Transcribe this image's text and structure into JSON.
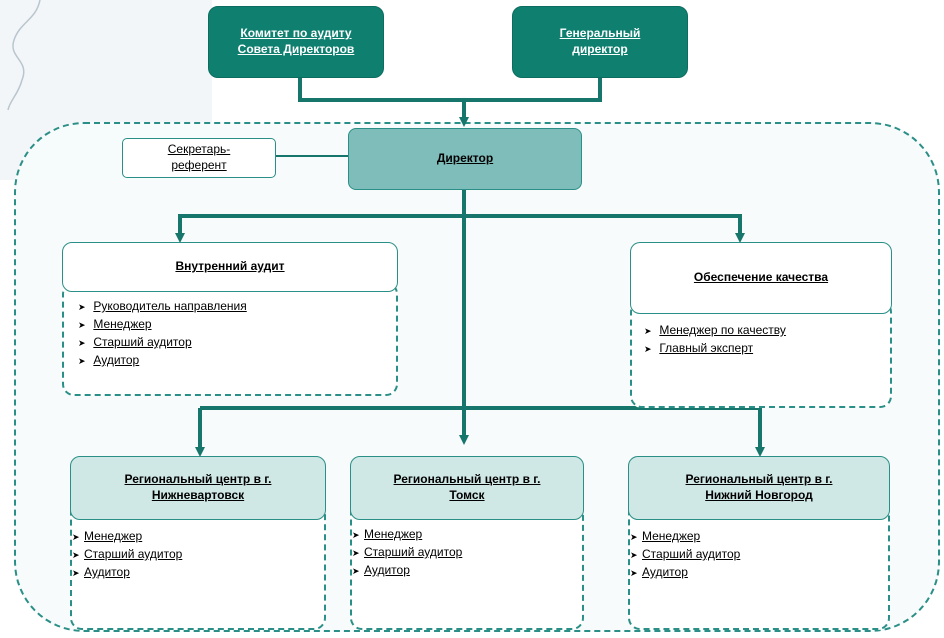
{
  "colors": {
    "teal_dark": "#0f7f70",
    "teal_mid": "#7fbdbb",
    "teal_light": "#cfe8e6",
    "line": "#2a8f86"
  },
  "top": {
    "audit_committee": {
      "line1": "Комитет по аудиту",
      "line2": "Совета Директоров"
    },
    "general_director": {
      "line1": "Генеральный",
      "line2": "директор"
    }
  },
  "secretary": {
    "line1": "Секретарь-",
    "line2": "референт"
  },
  "director": {
    "label": "Директор"
  },
  "internal_audit": {
    "title": "Внутренний  аудит",
    "items": [
      "Руководитель направления",
      "Менеджер",
      "Старший аудитор",
      "Аудитор"
    ]
  },
  "quality": {
    "title": "Обеспечение качества",
    "items": [
      "Менеджер по качеству",
      "Главный эксперт"
    ]
  },
  "regional": [
    {
      "line1": "Региональный центр в г.",
      "line2": "Нижневартовск",
      "items": [
        "Менеджер",
        "Старший аудитор",
        "Аудитор"
      ]
    },
    {
      "line1": "Региональный центр в г.",
      "line2": "Томск",
      "items": [
        "Менеджер",
        "Старший аудитор",
        "Аудитор"
      ]
    },
    {
      "line1": "Региональный центр в г.",
      "line2": "Нижний Новгород",
      "items": [
        "Менеджер",
        "Старший аудитор",
        "Аудитор"
      ]
    }
  ]
}
